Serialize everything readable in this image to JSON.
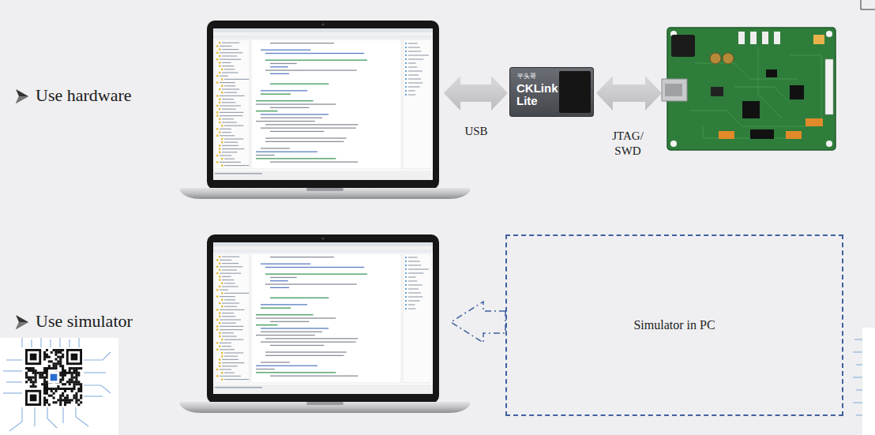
{
  "diagram": {
    "nodes": [
      {
        "text": [
          "平头哥",
          "CKLink Lite"
        ]
      },
      {
        "text": [
          "Simulator in PC"
        ]
      }
    ],
    "labels": [
      "Use hardware",
      "USB",
      "JTAG/ SWD",
      "Use simulator"
    ]
  }
}
